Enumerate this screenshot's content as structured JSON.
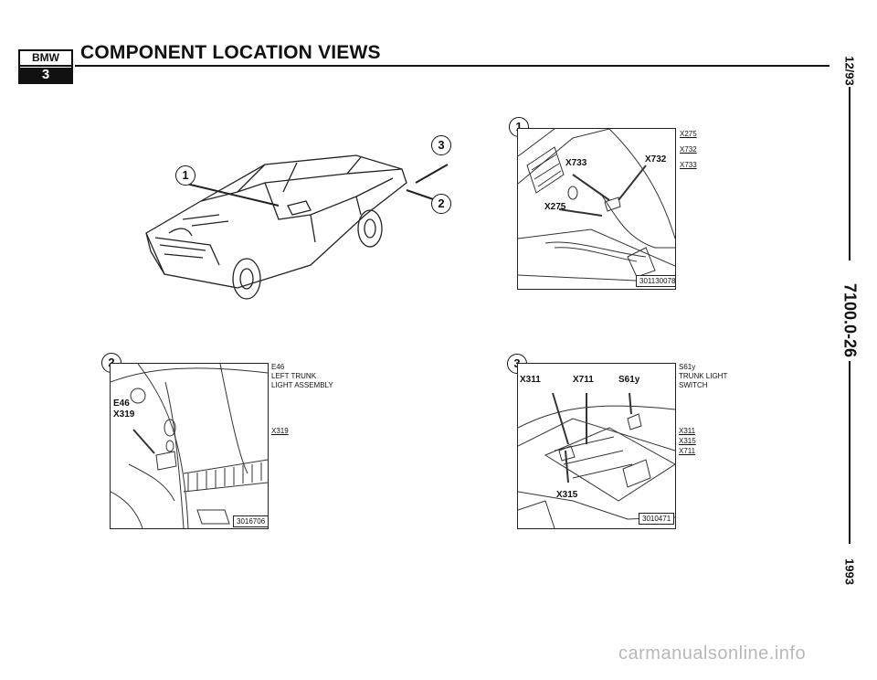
{
  "header": {
    "logo_top": "BMW",
    "logo_bottom": "3",
    "title": "COMPONENT LOCATION VIEWS"
  },
  "side": {
    "date": "12/93",
    "doc_number": "7100.0-26",
    "year": "1993"
  },
  "overview": {
    "callouts": [
      "1",
      "3",
      "2"
    ]
  },
  "view1": {
    "number": "1",
    "labels": [
      "X733",
      "X732",
      "X275"
    ],
    "legend": [
      "X275",
      "X732",
      "X733"
    ],
    "image_id": "301130078"
  },
  "view2": {
    "number": "2",
    "labels": [
      "E46",
      "X319"
    ],
    "legend_title": [
      "E46",
      "LEFT TRUNK",
      "LIGHT ASSEMBLY"
    ],
    "legend": [
      "X319"
    ],
    "image_id": "3016706"
  },
  "view3": {
    "number": "3",
    "labels": [
      "X311",
      "X711",
      "S61y",
      "X315"
    ],
    "legend_title": [
      "S61y",
      "TRUNK LIGHT",
      "SWITCH"
    ],
    "legend": [
      "X311",
      "X315",
      "X711"
    ],
    "image_id": "3010471"
  },
  "footer": {
    "watermark": "carmanualsonline.info"
  }
}
